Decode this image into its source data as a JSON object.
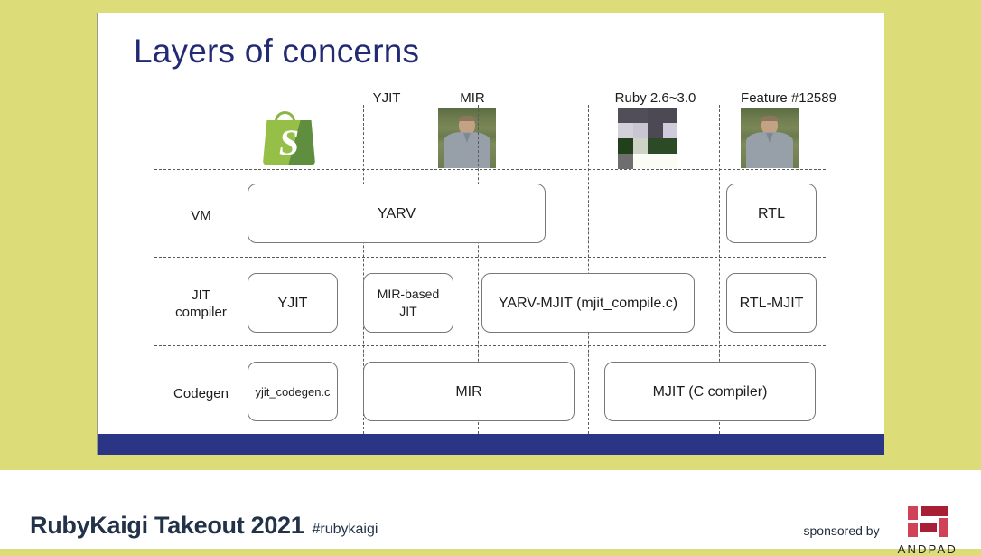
{
  "theme": {
    "page_background": "#dcdd79",
    "slide_background": "#ffffff",
    "slide_band": "#2a3585",
    "title_color": "#232a74",
    "footer_text_color": "#223349",
    "accent_red": "#c0304a",
    "shopify_green": "#95bf47",
    "grid_line": "#5a5a5a",
    "node_border": "#777777"
  },
  "slide": {
    "title": "Layers of concerns",
    "columns": [
      {
        "label": "YJIT",
        "thumb": "shopify-logo-icon"
      },
      {
        "label": "MIR",
        "thumb": "speaker-photo-icon"
      },
      {
        "label": "Ruby 2.6~3.0",
        "thumb": "pixelated-photo-icon"
      },
      {
        "label": "Feature #12589",
        "thumb": "speaker-photo-icon"
      }
    ],
    "pixel_thumb_colors": [
      "#514e58",
      "#514e58",
      "#4c4954",
      "#4c4954",
      "#d3d0da",
      "#c9c6d4",
      "#4c4954",
      "#cfcbdd",
      "#23401d",
      "#cdd3c5",
      "#2c4a26",
      "#2c4a26",
      "#6e6e6e",
      "#fbfcf5",
      "#fbfcf5",
      "#fbfcf5"
    ],
    "rows": [
      {
        "label": "VM"
      },
      {
        "label": "JIT\ncompiler",
        "line1": "JIT",
        "line2": "compiler"
      },
      {
        "label": "Codegen"
      }
    ],
    "nodes": [
      {
        "id": "yarv",
        "label": "YARV",
        "row": "VM"
      },
      {
        "id": "rtl",
        "label": "RTL",
        "row": "VM"
      },
      {
        "id": "yjit",
        "label": "YJIT",
        "row": "JIT compiler"
      },
      {
        "id": "mir-based-jit",
        "label": "MIR-based\nJIT",
        "line1": "MIR-based",
        "line2": "JIT",
        "row": "JIT compiler"
      },
      {
        "id": "yarv-mjit",
        "label": "YARV-MJIT (mjit_compile.c)",
        "row": "JIT compiler"
      },
      {
        "id": "rtl-mjit",
        "label": "RTL-MJIT",
        "row": "JIT compiler"
      },
      {
        "id": "yjit-codegen",
        "label": "yjit_codegen.c",
        "row": "Codegen"
      },
      {
        "id": "mir",
        "label": "MIR",
        "row": "Codegen"
      },
      {
        "id": "mjit-c-compiler",
        "label": "MJIT (C compiler)",
        "row": "Codegen"
      }
    ]
  },
  "footer": {
    "title": "RubyKaigi Takeout 2021",
    "hashtag": "#rubykaigi",
    "sponsored_by": "sponsored by",
    "sponsor_name": "ANDPAD"
  }
}
